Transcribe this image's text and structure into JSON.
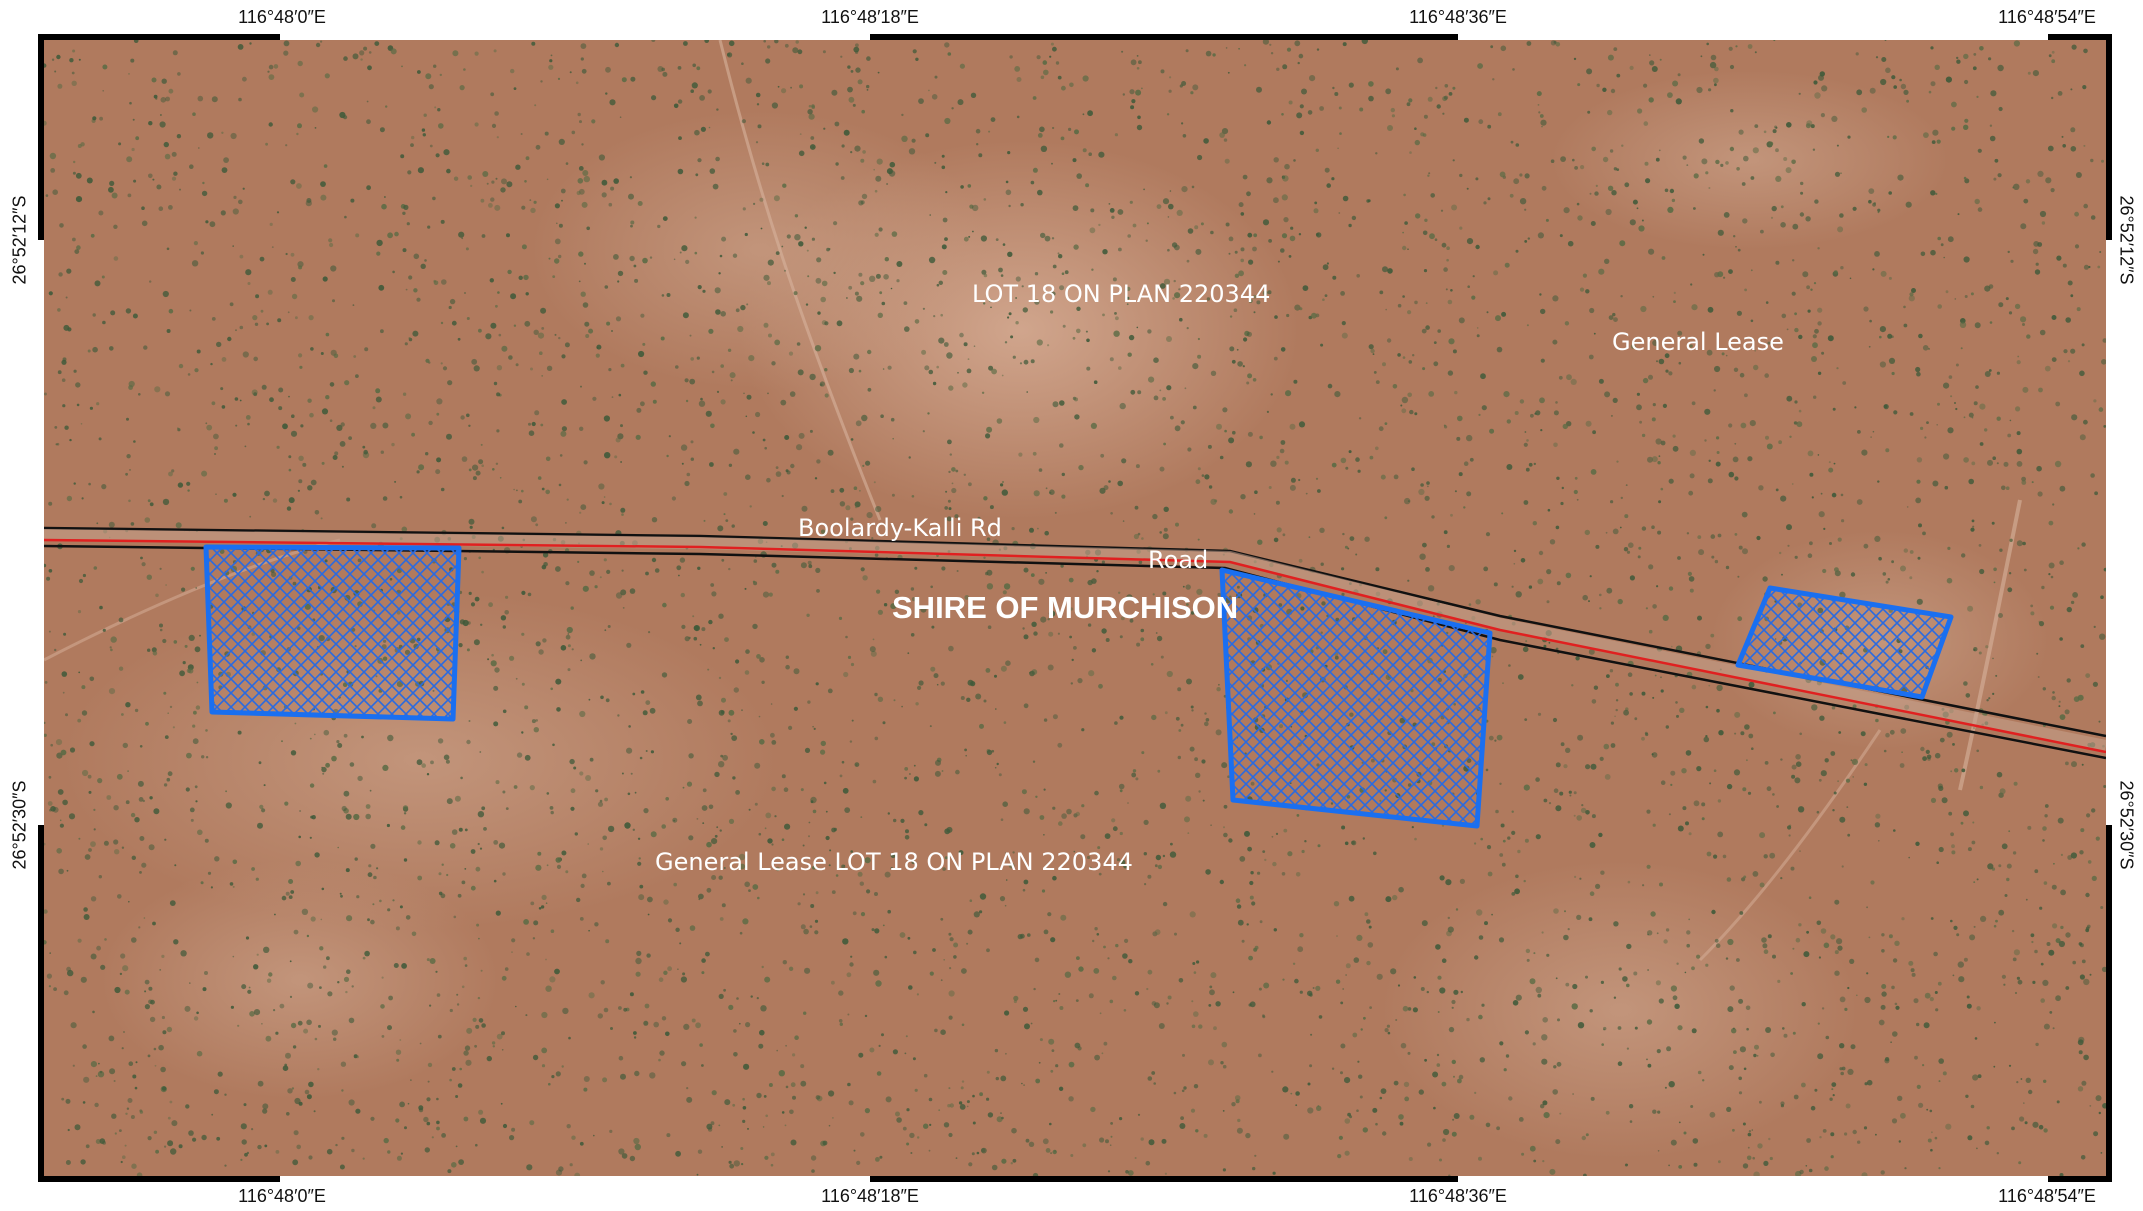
{
  "coordinates": {
    "top": [
      "116°48′0″E",
      "116°48′18″E",
      "116°48′36″E",
      "116°48′54″E"
    ],
    "bottom": [
      "116°48′0″E",
      "116°48′18″E",
      "116°48′36″E",
      "116°48′54″E"
    ],
    "left": [
      "26°52′12″S",
      "26°52′30″S"
    ],
    "right": [
      "26°52′12″S",
      "26°52′30″S"
    ]
  },
  "labels": {
    "lot_north": "LOT 18 ON PLAN 220344",
    "general_lease_north": "General Lease",
    "road_name": "Boolardy-Kalli Rd",
    "road_type": "Road",
    "shire": "SHIRE OF MURCHISON",
    "general_lease_south": "General Lease LOT 18 ON PLAN 220344"
  },
  "colors": {
    "terrain": "#b07a5e",
    "terrain_light": "#c99a82",
    "vegetation": "#3f5a3a",
    "road_casing": "#111111",
    "road_centerline": "#e02020",
    "area_outline": "#1a6ff0",
    "area_hatch": "#2a6ae0",
    "shire_text": "#58b4ec",
    "map_label": "#ffffff"
  },
  "legend_icons": [
    "hatched-area-icon"
  ]
}
